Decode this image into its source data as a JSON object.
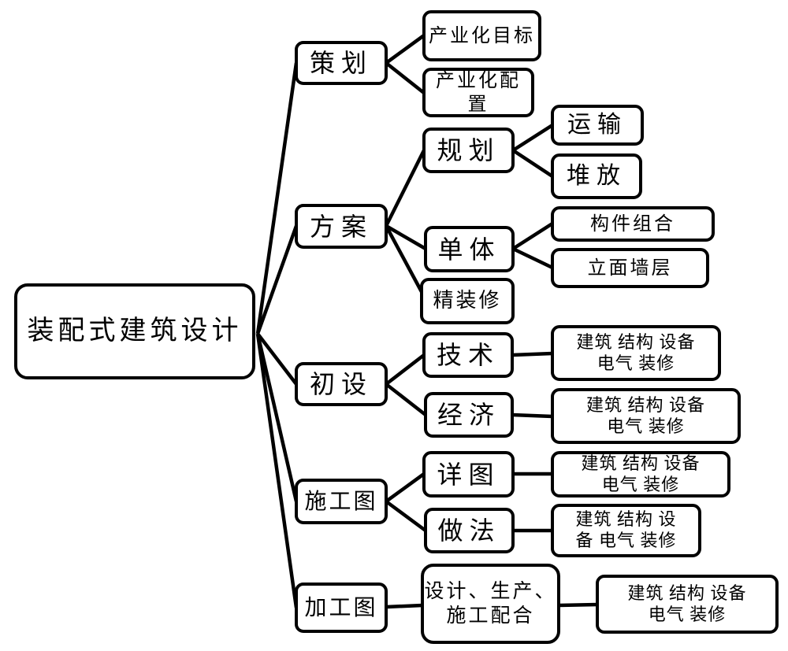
{
  "colors": {
    "background": "#ffffff",
    "line": "#000000",
    "text": "#000000",
    "box_fill": "#ffffff"
  },
  "tree": {
    "root": {
      "label": "装配式建筑设计"
    },
    "branches": [
      {
        "label": "策划",
        "children": [
          {
            "label": "产业化目标"
          },
          {
            "label": "产业化配置"
          }
        ]
      },
      {
        "label": "方案",
        "children": [
          {
            "label": "规划",
            "children": [
              {
                "label": "运输"
              },
              {
                "label": "堆放"
              }
            ]
          },
          {
            "label": "单体",
            "children": [
              {
                "label": "构件组合"
              },
              {
                "label": "立面墙层"
              }
            ]
          },
          {
            "label": "精装修"
          }
        ]
      },
      {
        "label": "初设",
        "children": [
          {
            "label": "技术",
            "children": [
              {
                "label": "建筑 结构 设备\n电气 装修"
              }
            ]
          },
          {
            "label": "经济",
            "children": [
              {
                "label": "建筑 结构 设备\n电气 装修"
              }
            ]
          }
        ]
      },
      {
        "label": "施工图",
        "children": [
          {
            "label": "详图",
            "children": [
              {
                "label": "建筑 结构 设备\n电气 装修"
              }
            ]
          },
          {
            "label": "做法",
            "children": [
              {
                "label": "建筑 结构 设\n备 电气 装修"
              }
            ]
          }
        ]
      },
      {
        "label": "加工图",
        "children": [
          {
            "label": "设计、生产、\n施工配合",
            "children": [
              {
                "label": "建筑 结构 设备\n电气 装修"
              }
            ]
          }
        ]
      }
    ]
  }
}
